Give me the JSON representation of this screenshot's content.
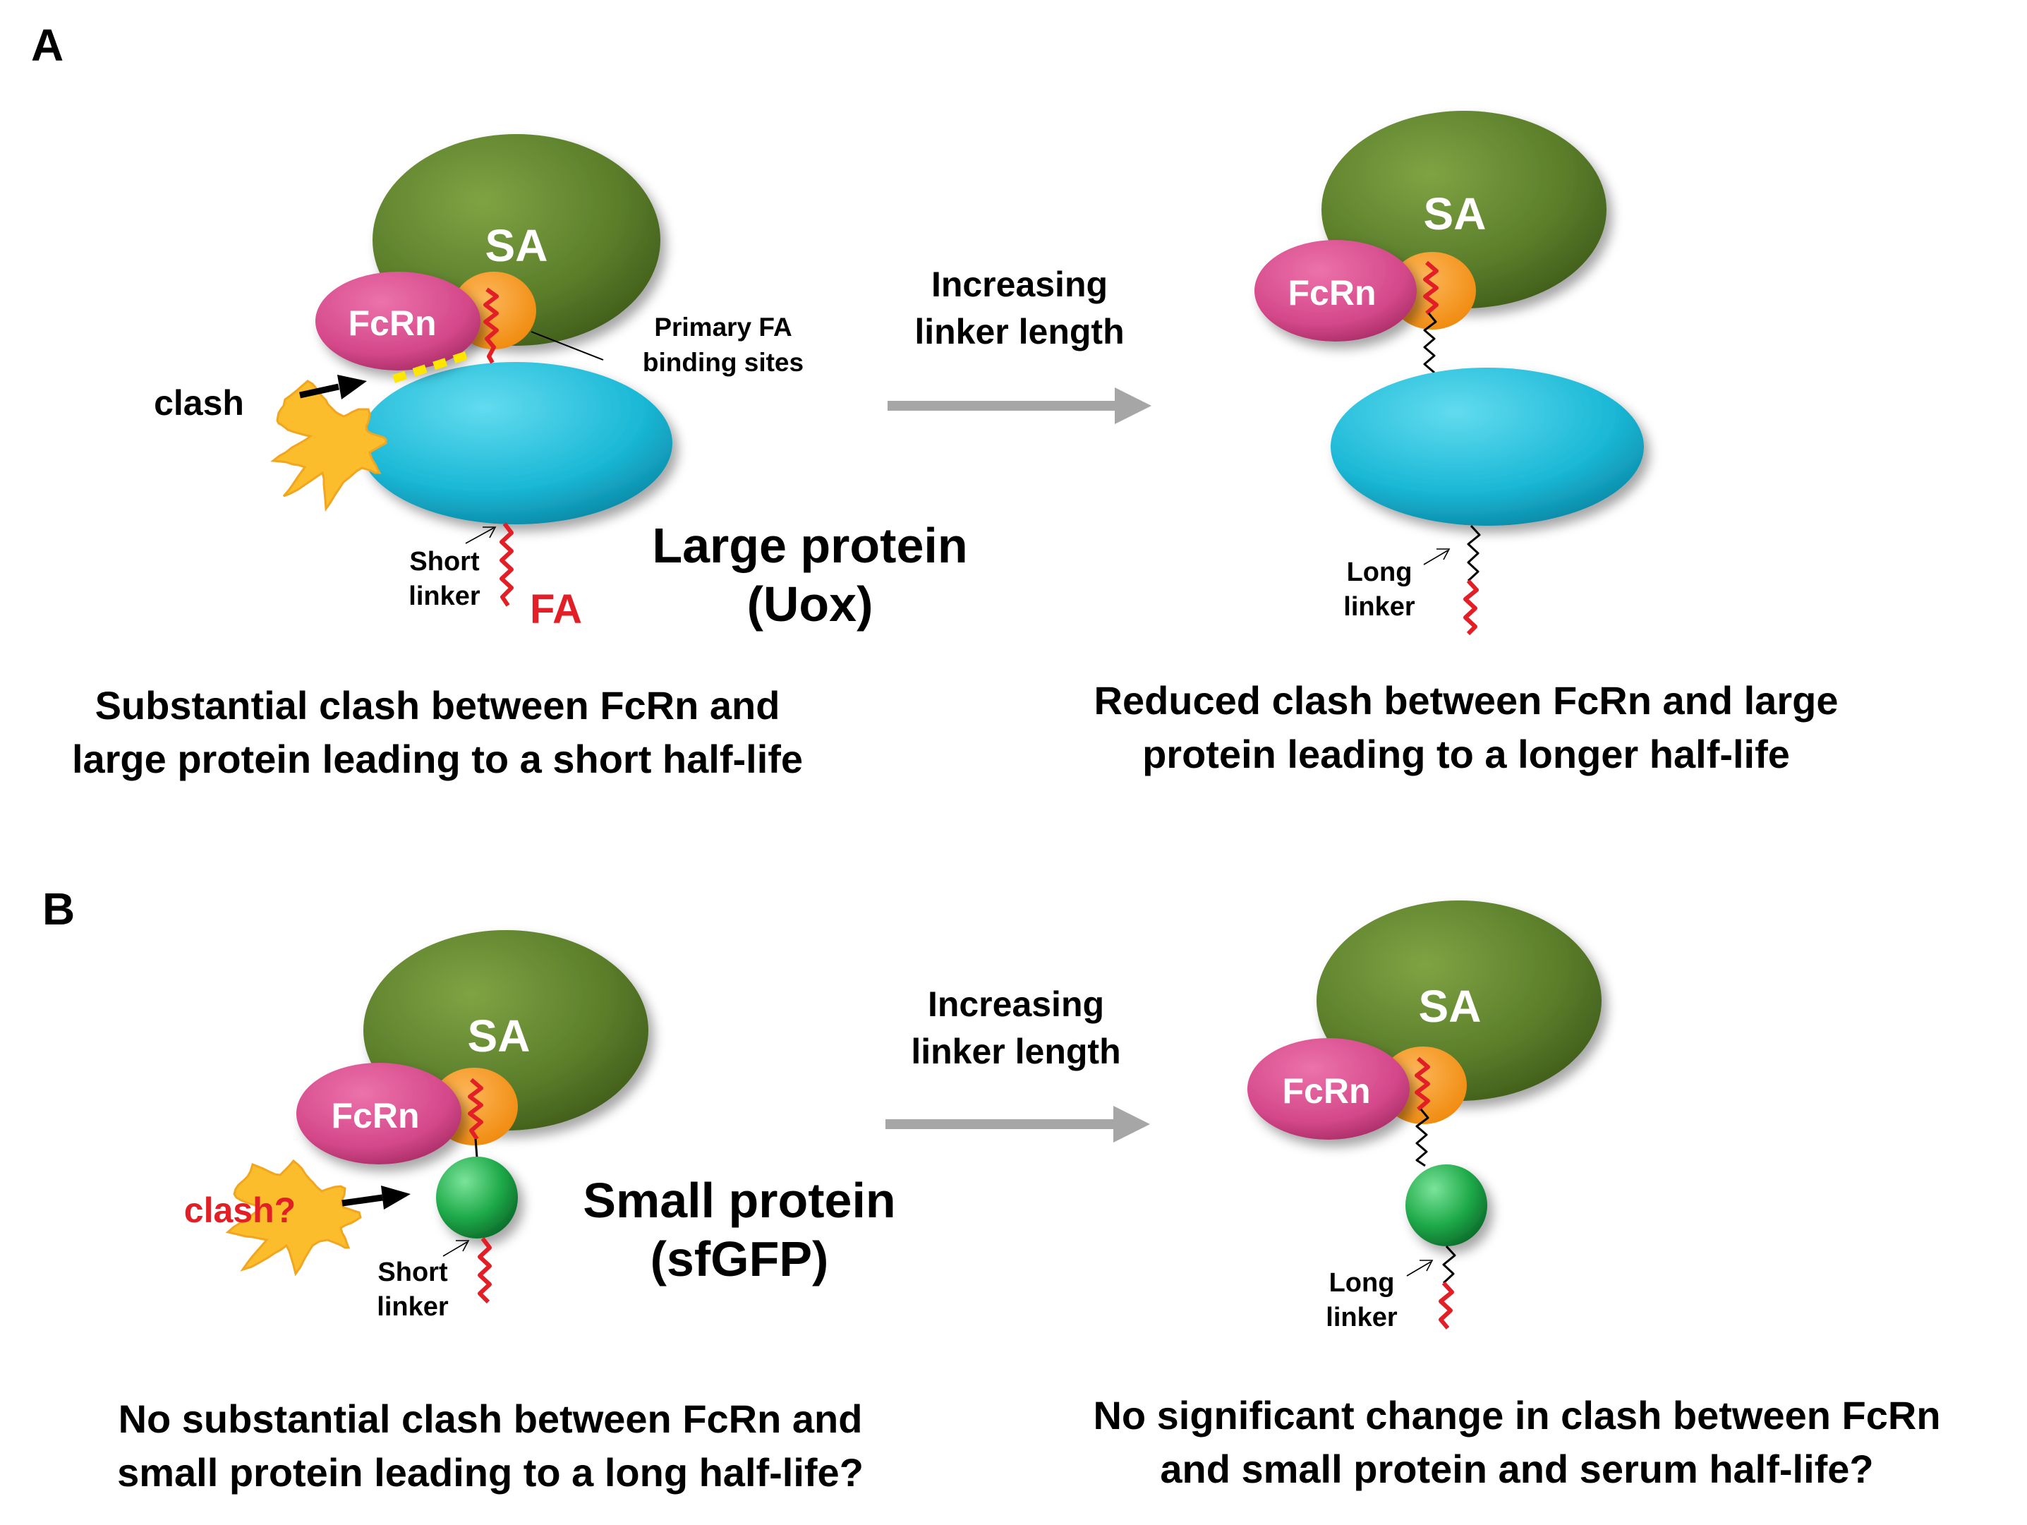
{
  "panel_a": {
    "letter": "A",
    "sa_label": "SA",
    "fcrn_label": "FcRn",
    "clash_label": "clash",
    "binding_sites_line1": "Primary FA",
    "binding_sites_line2": "binding sites",
    "arrow_line1": "Increasing",
    "arrow_line2": "linker length",
    "short_linker_line1": "Short",
    "short_linker_line2": "linker",
    "fa_label": "FA",
    "protein_line1": "Large protein",
    "protein_line2": "(Uox)",
    "right_sa_label": "SA",
    "right_fcrn_label": "FcRn",
    "long_linker_line1": "Long",
    "long_linker_line2": "linker",
    "caption_left_line1": "Substantial clash between FcRn and",
    "caption_left_line2": "large protein leading to a short half-life",
    "caption_right_line1": "Reduced clash between FcRn and large",
    "caption_right_line2": "protein leading to a longer half-life"
  },
  "panel_b": {
    "letter": "B",
    "sa_label": "SA",
    "fcrn_label": "FcRn",
    "clash_label": "clash?",
    "arrow_line1": "Increasing",
    "arrow_line2": "linker length",
    "short_linker_line1": "Short",
    "short_linker_line2": "linker",
    "protein_line1": "Small protein",
    "protein_line2": "(sfGFP)",
    "right_sa_label": "SA",
    "right_fcrn_label": "FcRn",
    "long_linker_line1": "Long",
    "long_linker_line2": "linker",
    "caption_left_line1": "No substantial clash between FcRn and",
    "caption_left_line2": "small protein leading to a long half-life?",
    "caption_right_line1": "No significant change in clash between FcRn",
    "caption_right_line2": "and small protein and serum half-life?"
  },
  "colors": {
    "sa_green": "#5a7d2a",
    "fcrn_pink": "#d4488a",
    "binding_orange": "#f7941d",
    "large_protein_cyan": "#1ab8d6",
    "small_protein_green": "#1faa4a",
    "fa_red": "#e21f26",
    "clash_yellow": "#fbbd2c",
    "arrow_gray": "#a6a6a6"
  }
}
